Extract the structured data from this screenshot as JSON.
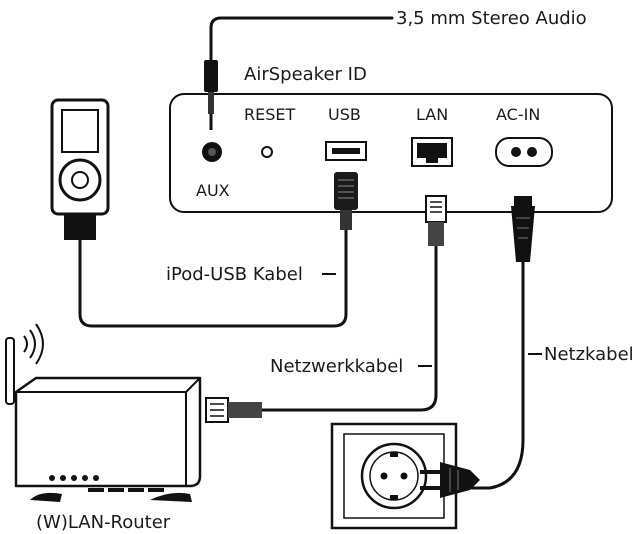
{
  "labels": {
    "audio_cable": "3,5 mm Stereo Audio",
    "device_title": "AirSpeaker ID",
    "port_reset": "RESET",
    "port_usb": "USB",
    "port_lan": "LAN",
    "port_ac": "AC-IN",
    "port_aux": "AUX",
    "usb_cable": "iPod-USB Kabel",
    "network_cable": "Netzwerkkabel",
    "power_cable": "Netzkabel",
    "router": "(W)LAN-Router"
  }
}
